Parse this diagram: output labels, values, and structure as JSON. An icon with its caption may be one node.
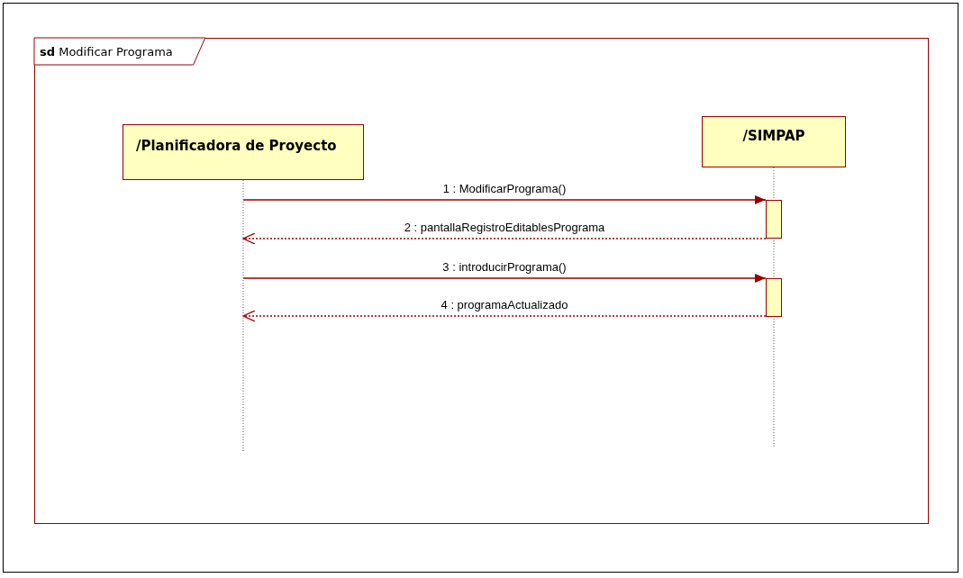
{
  "diagram": {
    "nodes": [
      {
        "text": [
          "**sd** Modificar Programa"
        ]
      },
      {
        "text": [
          "/Planificadora de Proyecto"
        ],
        "in": 0
      },
      {
        "text": [
          "/SIMPAP"
        ],
        "in": 0
      },
      {
        "text": [],
        "shape": "bar",
        "in": 0
      },
      {
        "text": [],
        "shape": "bar",
        "in": 0
      }
    ],
    "edges": [
      {
        "from": null,
        "to": 3,
        "arrow": "to",
        "label": "1 : ModificarPrograma()"
      },
      {
        "from": 3,
        "to": null,
        "arrow": "to",
        "label": "2 : pantallaRegistroEditablesPrograma",
        "style": "dashed"
      },
      {
        "from": null,
        "to": 4,
        "arrow": "to",
        "label": "3 : introducirPrograma()"
      },
      {
        "from": 4,
        "to": null,
        "arrow": "to",
        "label": "4 : programaActualizado",
        "style": "dashed"
      },
      {
        "from": 1,
        "to": null,
        "arrow": "none",
        "style": "dashed",
        "color": "#808080"
      },
      {
        "from": 2,
        "to": null,
        "arrow": "none",
        "style": "dashed",
        "color": "#808080"
      }
    ]
  }
}
